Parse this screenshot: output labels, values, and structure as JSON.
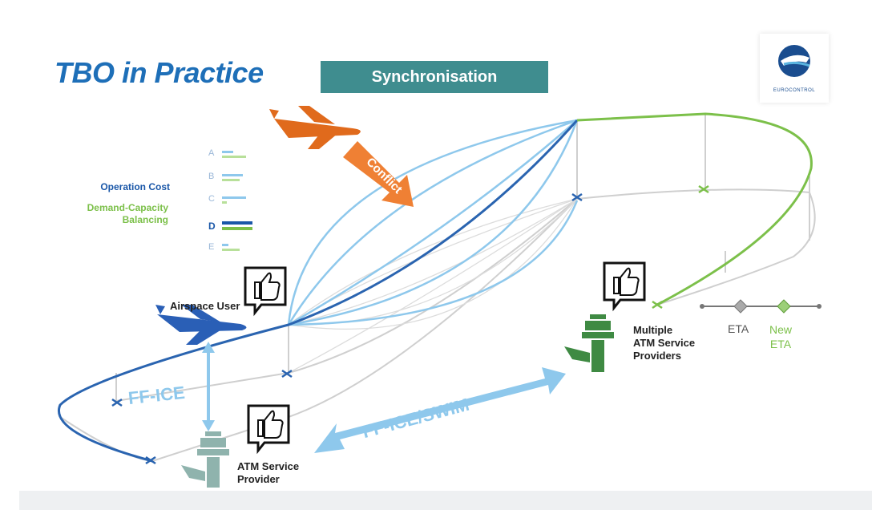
{
  "slide": {
    "title": "TBO in Practice",
    "badge": "Synchronisation",
    "logo_text": "EUROCONTROL"
  },
  "legend": {
    "blue_label": "Operation Cost",
    "green_label_line1": "Demand-Capacity",
    "green_label_line2": "Balancing",
    "options": [
      "A",
      "B",
      "C",
      "D",
      "E"
    ],
    "selected": "D"
  },
  "labels": {
    "conflict": "Conflict",
    "airspace_user": "Airspace User",
    "ff_ice": "FF-ICE",
    "ff_ice_swim": "FF-ICE/SWIM",
    "atm_provider_line1": "ATM Service",
    "atm_provider_line2": "Provider",
    "multi_atm_line1": "Multiple",
    "multi_atm_line2": "ATM Service",
    "multi_atm_line3": "Providers",
    "eta": "ETA",
    "new_eta_line1": "New",
    "new_eta_line2": "ETA"
  },
  "colors": {
    "title_blue": "#1e6fb8",
    "badge_teal": "#3f8d8f",
    "dark_blue": "#1a57a8",
    "light_blue": "#8ec8ec",
    "green": "#7cc04a",
    "orange": "#e8782a",
    "grey": "#cfcfcf",
    "tower_green": "#3f8a43",
    "tower_grey": "#8fb3ad"
  }
}
